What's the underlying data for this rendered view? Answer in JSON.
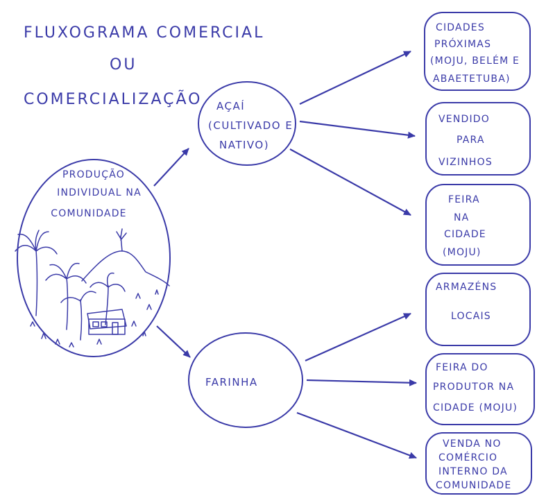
{
  "title": {
    "line1": "FLUXOGRAMA COMERCIAL",
    "line2": "OU",
    "line3": "COMERCIALIZAÇÃO"
  },
  "source": {
    "lines": [
      "PRODUÇÃO",
      "INDIVIDUAL NA",
      "COMUNIDADE"
    ],
    "illustration": "palm-trees-hill-house-icon"
  },
  "products": [
    {
      "lines": [
        "AÇAÍ",
        "(CULTIVADO E",
        "NATIVO)"
      ]
    },
    {
      "lines": [
        "FARINHA"
      ]
    }
  ],
  "destinations": [
    {
      "lines": [
        "CIDADES",
        "PRÓXIMAS",
        "(MOJU, BELÉM E",
        "ABAETETUBA)"
      ]
    },
    {
      "lines": [
        "VENDIDO",
        "PARA",
        "VIZINHOS"
      ]
    },
    {
      "lines": [
        "FEIRA",
        "NA",
        "CIDADE",
        "(MOJU)"
      ]
    },
    {
      "lines": [
        "ARMAZÉNS",
        "LOCAIS"
      ]
    },
    {
      "lines": [
        "FEIRA DO",
        "PRODUTOR NA",
        "CIDADE (MOJU)"
      ]
    },
    {
      "lines": [
        "VENDA NO",
        "COMÉRCIO",
        "INTERNO DA",
        "COMUNIDADE"
      ]
    }
  ],
  "colors": {
    "ink": "#3a3aa8",
    "paper": "#ffffff"
  }
}
